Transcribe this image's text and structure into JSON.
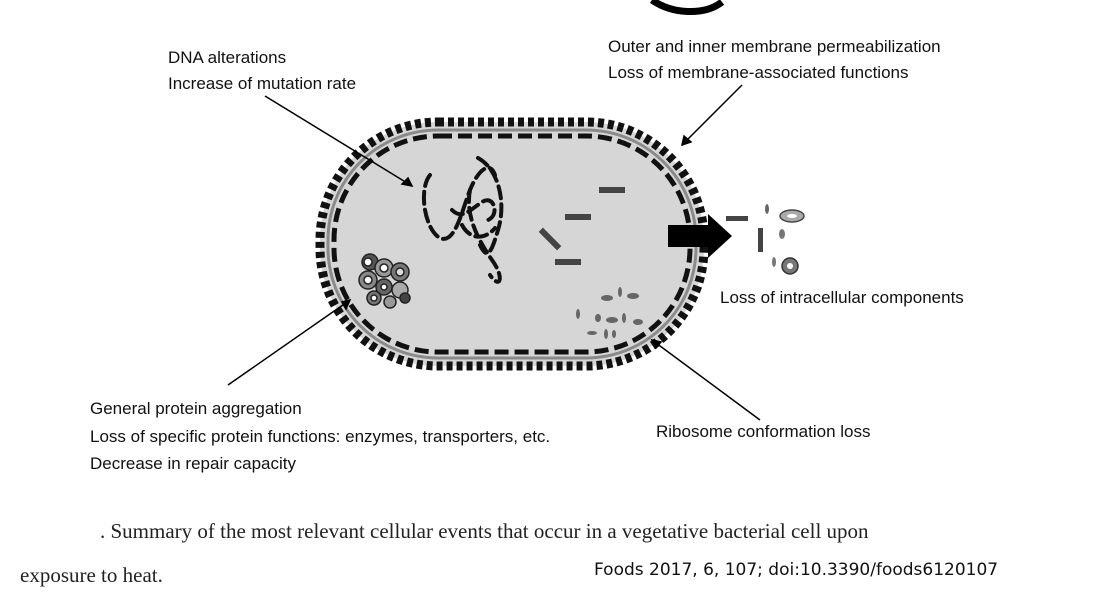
{
  "labels": {
    "dna": [
      "DNA alterations",
      "Increase of mutation rate"
    ],
    "membrane": [
      "Outer and inner membrane permeabilization",
      "Loss of membrane-associated functions"
    ],
    "intracellular": "Loss of intracellular components",
    "protein": [
      "General protein aggregation",
      "Loss of specific protein functions: enzymes, transporters, etc.",
      "Decrease in repair capacity"
    ],
    "ribosome": "Ribosome conformation loss"
  },
  "caption": {
    "line1": ". Summary of the most relevant cellular events that occur in a vegetative bacterial cell upon",
    "line2": "exposure to heat.",
    "citation": "Foods 2017, 6, 107; doi:10.3390/foods6120107"
  },
  "colors": {
    "cytoplasm": "#d6d6d6",
    "membrane_dark": "#111111",
    "membrane_gray": "#8a8a8a",
    "arrow": "#000000"
  }
}
